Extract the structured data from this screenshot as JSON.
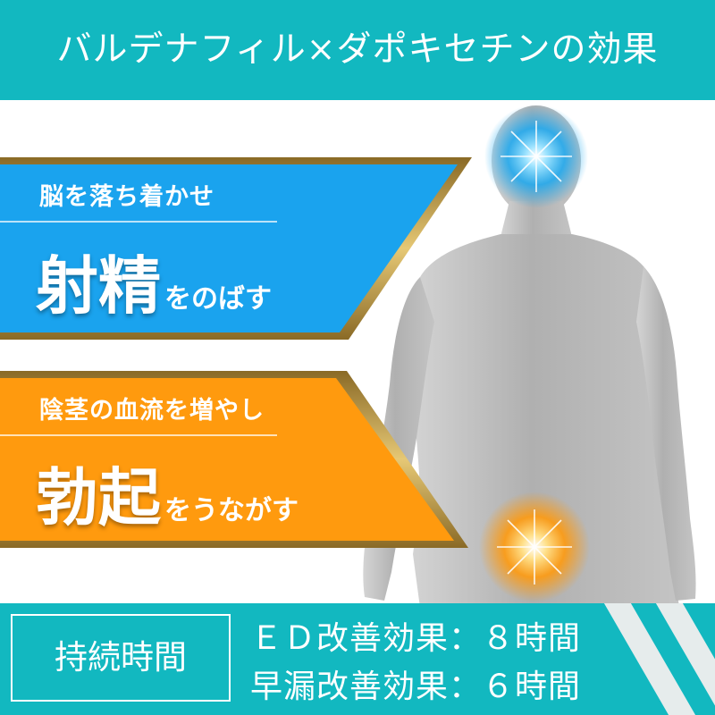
{
  "header": {
    "title": "バルデナフィル×ダポキセチンの効果"
  },
  "banner_top": {
    "subtitle": "脳を落ち着かせ",
    "headline": "射精",
    "headline_suffix": "をのばす",
    "color": "#1aa3ee"
  },
  "banner_bottom": {
    "subtitle": "陰茎の血流を増やし",
    "headline": "勃起",
    "headline_suffix": "をうながす",
    "color": "#ff9a0e"
  },
  "footer": {
    "duration_label": "持続時間",
    "effects": [
      {
        "text": "ＥＤ改善効果：８時間"
      },
      {
        "text": "早漏改善効果：６時間"
      }
    ]
  },
  "colors": {
    "teal": "#12b8c0",
    "gold": "#c9a44a",
    "body_gray": "#b8b8b8"
  }
}
